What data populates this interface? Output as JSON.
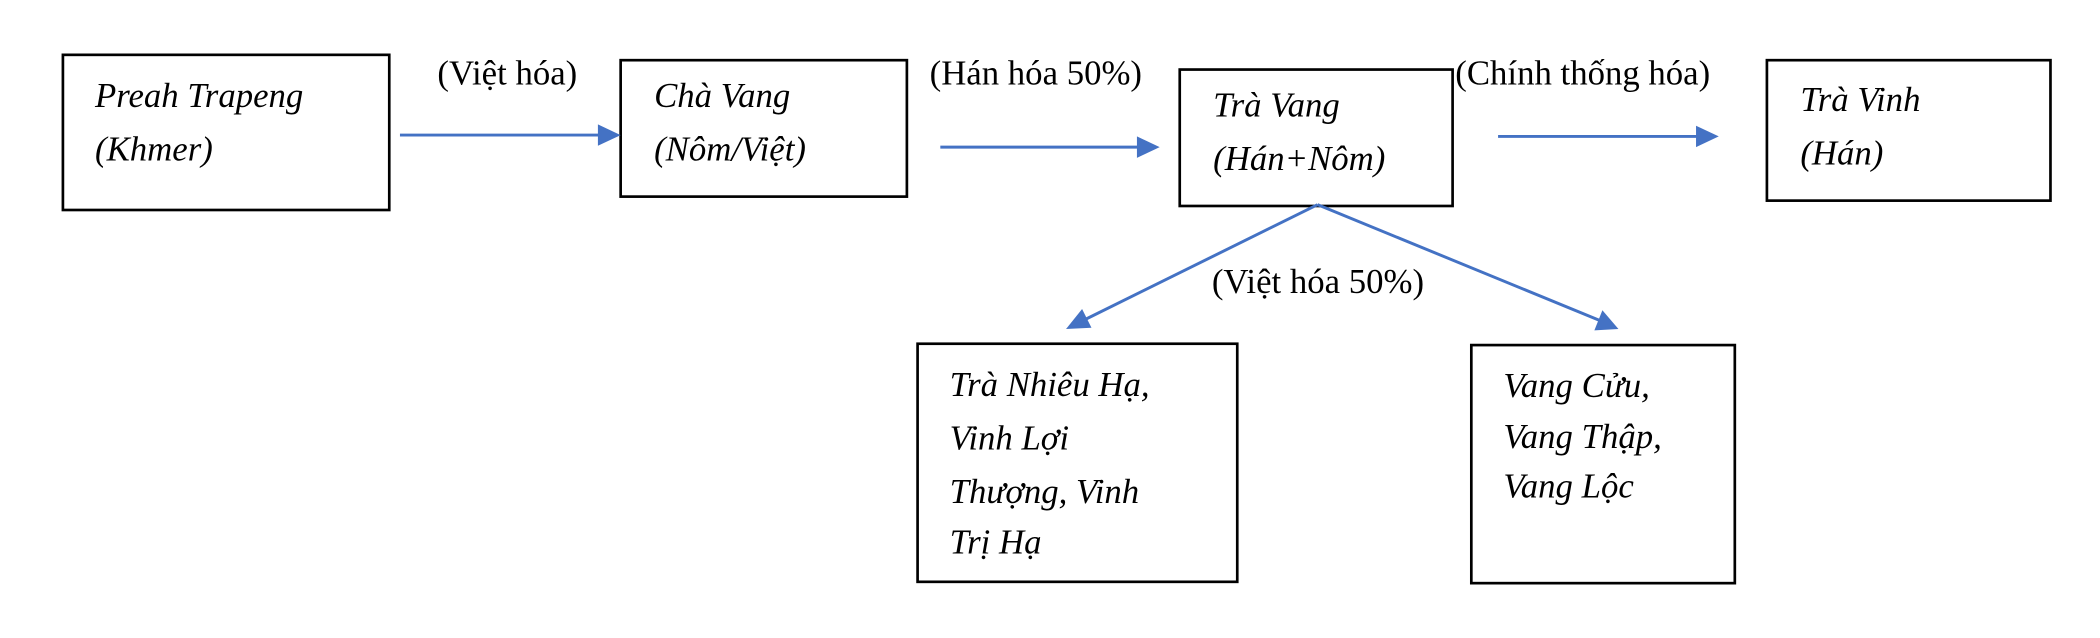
{
  "nodes": {
    "khmer": {
      "lines": [
        "Preah Trapeng",
        "(Khmer)"
      ]
    },
    "cha_vang": {
      "lines": [
        "Chà Vang",
        "(Nôm/Việt)"
      ]
    },
    "tra_vang": {
      "lines": [
        "Trà Vang",
        "(Hán+Nôm)"
      ]
    },
    "tra_vinh": {
      "lines": [
        "Trà Vinh",
        "(Hán)"
      ]
    },
    "tra_nhieu": {
      "lines": [
        "Trà Nhiêu Hạ,",
        "Vinh Lợi",
        "Thượng, Vinh",
        "Trị Hạ"
      ]
    },
    "vang_cuu": {
      "lines": [
        "Vang Cửu,",
        "Vang Thập,",
        "Vang Lộc"
      ]
    }
  },
  "edges": {
    "viet_hoa": "(Việt hóa)",
    "han_hoa": "(Hán hóa 50%)",
    "chinh_thong_hoa": "(Chính thống hóa)",
    "viet_hoa_50": "(Việt hóa 50%)"
  },
  "colors": {
    "arrow": "#4472c4",
    "border": "#000000"
  }
}
